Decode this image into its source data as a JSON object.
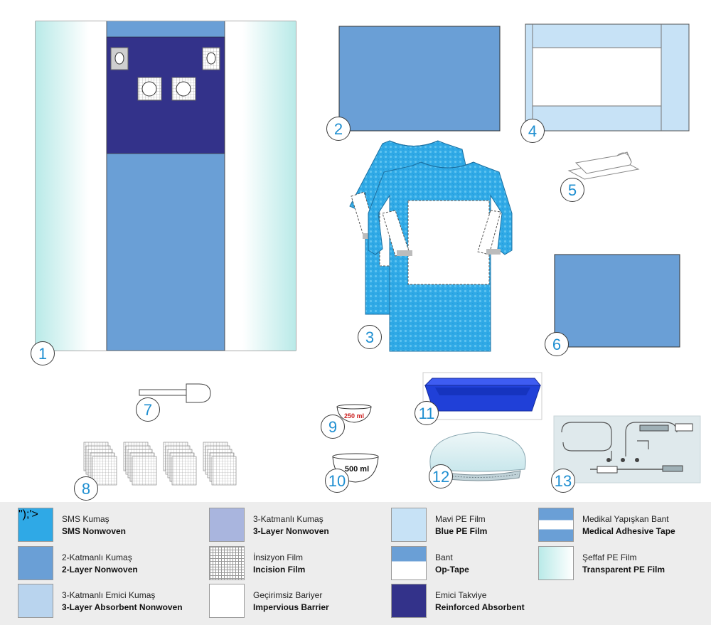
{
  "items": [
    {
      "num": "1"
    },
    {
      "num": "2"
    },
    {
      "num": "3"
    },
    {
      "num": "4"
    },
    {
      "num": "5"
    },
    {
      "num": "6"
    },
    {
      "num": "7"
    },
    {
      "num": "8"
    },
    {
      "num": "9"
    },
    {
      "num": "10"
    },
    {
      "num": "11"
    },
    {
      "num": "12"
    },
    {
      "num": "13"
    }
  ],
  "bowls": {
    "small_label": "250 ml",
    "large_label": "500 ml"
  },
  "colors": {
    "sms": "#2fa9e6",
    "two_layer": "#6a9fd6",
    "three_layer_absorbent": "#b9d4ee",
    "three_layer": "#a9b5de",
    "blue_pe": "#c7e2f6",
    "reinforced": "#33328a",
    "tray": "#2040d8",
    "number_text": "#1f8fd1"
  },
  "legend": [
    {
      "tr": "SMS Kumaş",
      "en": "SMS Nonwoven",
      "swatch": "sms"
    },
    {
      "tr": "2-Katmanlı Kumaş",
      "en": "2-Layer Nonwoven",
      "swatch": "two-layer"
    },
    {
      "tr": "3-Katmanlı Emici Kumaş",
      "en": "3-Layer Absorbent Nonwoven",
      "swatch": "three-layer-absorbent"
    },
    {
      "tr": "3-Katmanlı Kumaş",
      "en": "3-Layer Nonwoven",
      "swatch": "three-layer"
    },
    {
      "tr": "İnsizyon Film",
      "en": "Incision Film",
      "swatch": "incision"
    },
    {
      "tr": "Geçirimsiz Bariyer",
      "en": "Impervious Barrier",
      "swatch": "impervious"
    },
    {
      "tr": "Mavi PE Film",
      "en": "Blue PE Film",
      "swatch": "blue-pe"
    },
    {
      "tr": "Bant",
      "en": "Op-Tape",
      "swatch": "op-tape"
    },
    {
      "tr": "Emici Takviye",
      "en": "Reinforced Absorbent",
      "swatch": "reinforced"
    },
    {
      "tr": "Medikal Yapışkan Bant",
      "en": "Medical Adhesive Tape",
      "swatch": "adhesive"
    },
    {
      "tr": "Şeffaf PE Film",
      "en": "Transparent PE Film",
      "swatch": "transparent"
    }
  ]
}
